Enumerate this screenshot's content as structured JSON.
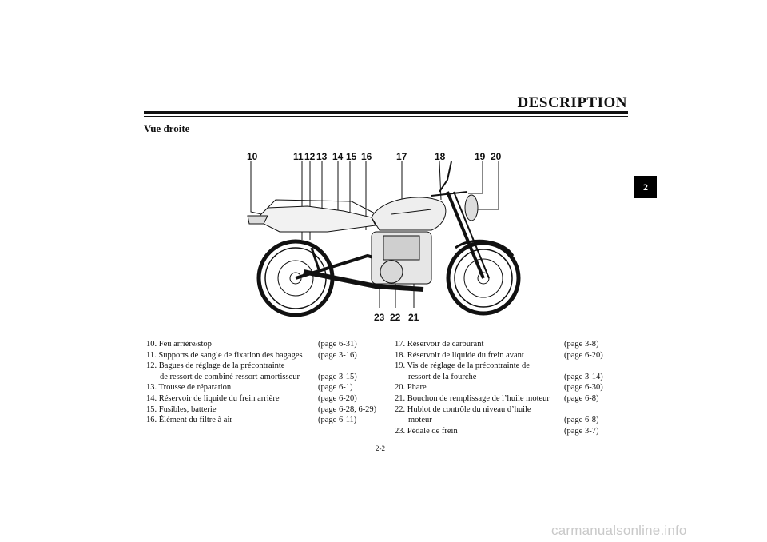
{
  "header": {
    "title": "DESCRIPTION"
  },
  "section": {
    "heading": "Vue droite"
  },
  "chapter_tab": "2",
  "callouts": {
    "top": [
      "10",
      "11",
      "12",
      "13",
      "14",
      "15",
      "16",
      "17",
      "18",
      "19",
      "20"
    ],
    "bottom": [
      "23",
      "22",
      "21"
    ]
  },
  "left_list": [
    {
      "label": "10. Feu arrière/stop",
      "page": "(page 6-31)"
    },
    {
      "label": "11. Supports de sangle de fixation des bagages",
      "page": "(page 3-16)"
    },
    {
      "label": "12. Bagues de réglage de la précontrainte",
      "page": ""
    },
    {
      "label": "de ressort de combiné ressort-amortisseur",
      "page": "(page 3-15)",
      "cont": true
    },
    {
      "label": "13. Trousse de réparation",
      "page": "(page 6-1)"
    },
    {
      "label": "14. Réservoir de liquide du frein arrière",
      "page": "(page 6-20)"
    },
    {
      "label": "15. Fusibles, batterie",
      "page": "(page 6-28, 6-29)"
    },
    {
      "label": "16. Élément du filtre à air",
      "page": "(page 6-11)"
    }
  ],
  "right_list": [
    {
      "label": "17. Réservoir de carburant",
      "page": "(page 3-8)"
    },
    {
      "label": "18. Réservoir de liquide du frein avant",
      "page": "(page 6-20)"
    },
    {
      "label": "19. Vis de réglage de la précontrainte de",
      "page": ""
    },
    {
      "label": "ressort de la fourche",
      "page": "(page 3-14)",
      "cont": true
    },
    {
      "label": "20. Phare",
      "page": "(page 6-30)"
    },
    {
      "label": "21. Bouchon de remplissage de l’huile moteur",
      "page": "(page 6-8)"
    },
    {
      "label": "22. Hublot de contrôle du niveau d’huile",
      "page": ""
    },
    {
      "label": "moteur",
      "page": "(page 6-8)",
      "cont": true
    },
    {
      "label": "23. Pédale de frein",
      "page": "(page 3-7)"
    }
  ],
  "footer": {
    "page_number": "2-2"
  },
  "watermark": "carmanualsonline.info"
}
